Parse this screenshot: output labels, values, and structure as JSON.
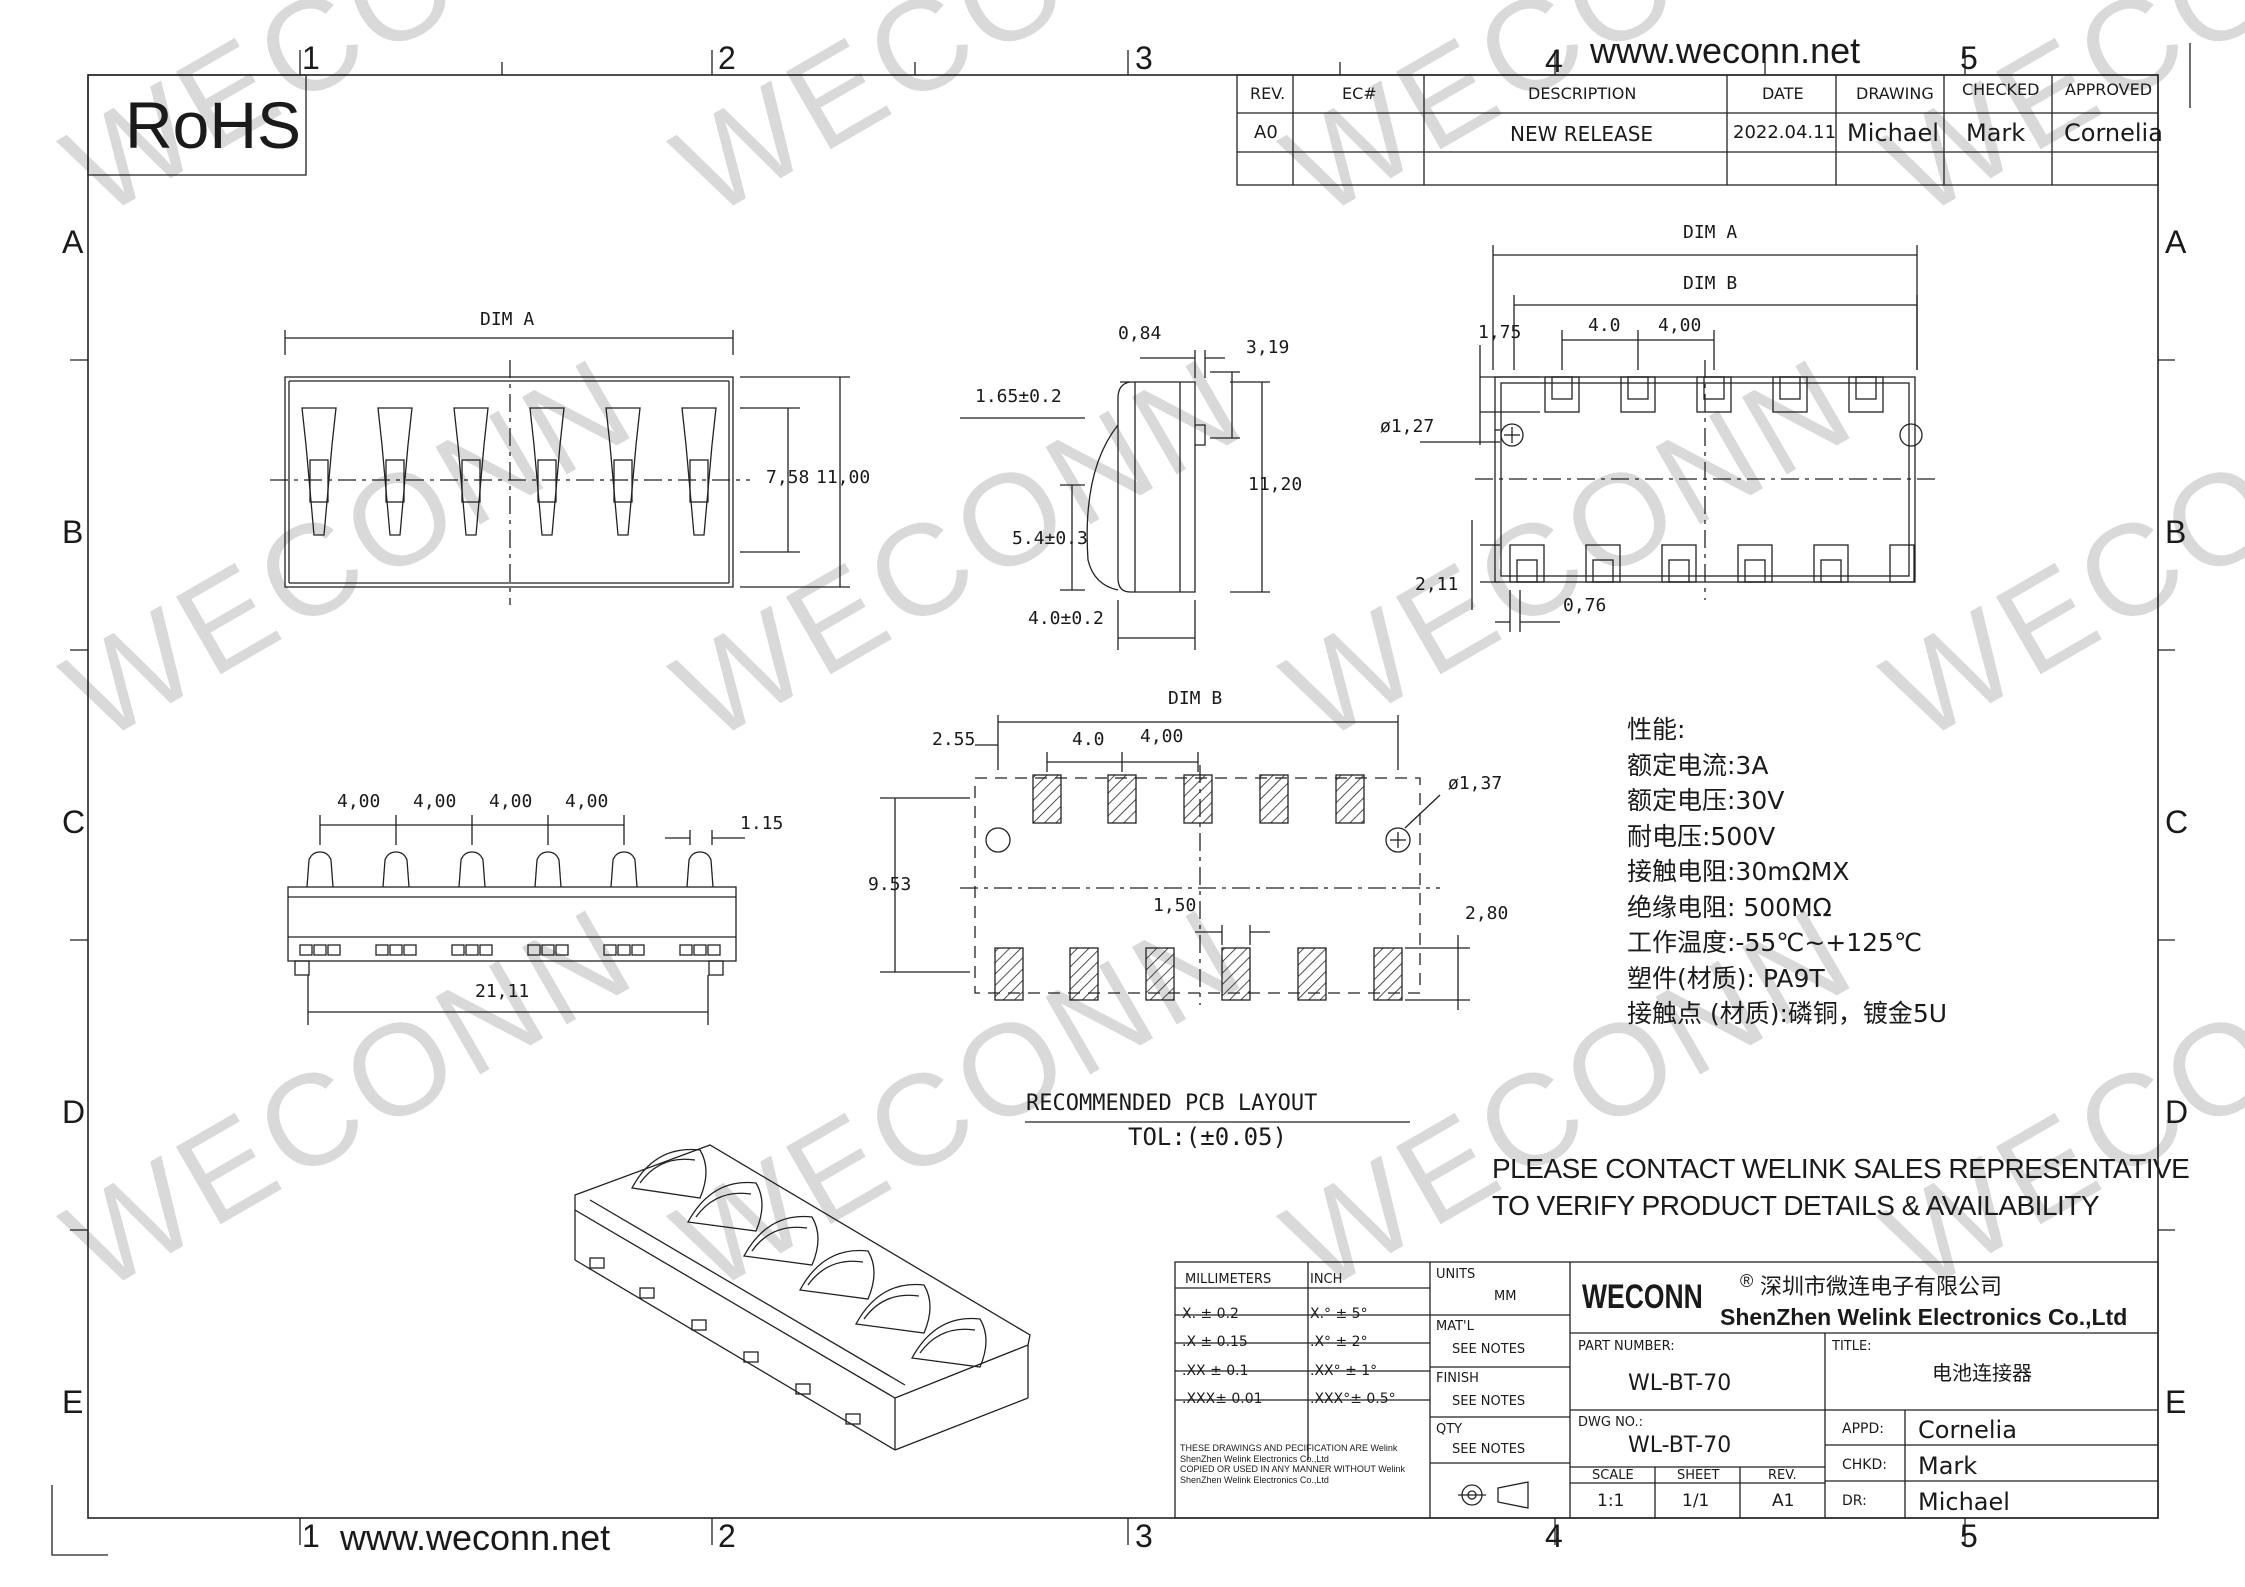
{
  "watermark": "WECONN",
  "rohs": "RoHS",
  "url": "www.weconn.net",
  "zones": {
    "columns": [
      "1",
      "2",
      "3",
      "4",
      "5"
    ],
    "rows": [
      "A",
      "B",
      "C",
      "D",
      "E"
    ]
  },
  "revision": {
    "headers": {
      "rev": "REV.",
      "ec": "EC#",
      "description": "DESCRIPTION",
      "date": "DATE",
      "drawing": "DRAWING",
      "checked": "CHECKED",
      "approved": "APPROVED"
    },
    "row": {
      "rev": "A0",
      "ec": "",
      "description": "NEW RELEASE",
      "date": "2022.04.11",
      "drawing": "Michael",
      "checked": "Mark",
      "approved": "Cornelia"
    }
  },
  "dims": {
    "dim_a": "DIM A",
    "dim_b": "DIM B",
    "top_h1": "7,58",
    "top_h2": "11,00",
    "side_084": "0,84",
    "side_319": "3,19",
    "side_165": "1.65±0.2",
    "side_1120": "11,20",
    "side_54": "5.4±0.3",
    "side_40": "4.0±0.2",
    "bot_175": "1,75",
    "bot_40a": "4.0",
    "bot_400": "4,00",
    "bot_d127": "ø1,27",
    "bot_211": "2,11",
    "bot_076": "0,76",
    "front_pitches": [
      "4,00",
      "4,00",
      "4,00",
      "4,00"
    ],
    "front_115": "1.15",
    "front_2111": "21,11",
    "pcb_255": "2.55",
    "pcb_40": "4.0",
    "pcb_400": "4,00",
    "pcb_d137": "ø1,37",
    "pcb_953": "9.53",
    "pcb_150": "1,50",
    "pcb_280": "2,80"
  },
  "pcb_caption": "RECOMMENDED  PCB  LAYOUT",
  "tolerance": "TOL:(±0.05)",
  "specs": [
    "性能:",
    "额定电流:3A",
    "额定电压:30V",
    "耐电压:500V",
    "接触电阻:30mΩMX",
    "绝缘电阻: 500MΩ",
    "工作温度:-55℃~+125℃",
    "塑件(材质): PA9T",
    "接触点 (材质):磷铜，镀金5U"
  ],
  "notice": [
    "PLEASE CONTACT WELINK SALES REPRESENTATIVE",
    "TO VERIFY PRODUCT DETAILS & AVAILABILITY"
  ],
  "titleblock": {
    "mm": "MILLIMETERS",
    "inch": "INCH",
    "tol_rows": [
      {
        "mm": "X.   ±  0.2",
        "inch": "X.°    ±  5°"
      },
      {
        "mm": ".X   ± 0.15",
        "inch": ".X°   ± 2°"
      },
      {
        "mm": ".XX  ± 0.1",
        "inch": ".XX°  ± 1°"
      },
      {
        "mm": ".XXX± 0.01",
        "inch": ".XXX°± 0.5°"
      }
    ],
    "legal": [
      "THESE DRAWINGS AND PECIFICATION  ARE Welink",
      "ShenZhen Welink Electronics Co.,Ltd",
      " COPIED OR USED IN ANY MANNER WITHOUT Welink",
      "ShenZhen Welink Electronics Co.,Ltd"
    ],
    "units_label": "UNITS",
    "units_value": "MM",
    "matl_label": "MAT'L",
    "matl_value": "SEE NOTES",
    "finish_label": "FINISH",
    "finish_value": "SEE NOTES",
    "qty_label": "QTY",
    "qty_value": "SEE NOTES",
    "brand": "WECONN",
    "reg": "®",
    "company_cn": "深圳市微连电子有限公司",
    "company_en": "ShenZhen Welink Electronics Co.,Ltd",
    "part_label": "PART NUMBER:",
    "part_value": "WL-BT-70",
    "title_label": "TITLE:",
    "title_value": "电池连接器",
    "dwg_label": "DWG NO.:",
    "dwg_value": "WL-BT-70",
    "scale_label": "SCALE",
    "scale_value": "1:1",
    "sheet_label": "SHEET",
    "sheet_value": "1/1",
    "rev_label": "REV.",
    "rev_value": "A1",
    "appd_label": "APPD:",
    "appd_value": "Cornelia",
    "chkd_label": "CHKD:",
    "chkd_value": "Mark",
    "dr_label": "DR:",
    "dr_value": "Michael"
  }
}
